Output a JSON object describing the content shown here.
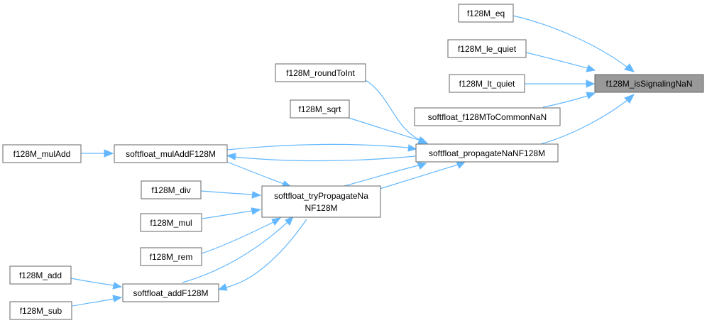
{
  "diagram": {
    "edge_color": "#63b8ff",
    "node_border_color": "#666666",
    "highlight_fill": "#999999",
    "nodes": [
      {
        "id": "isSignalingNaN",
        "label": "f128M_isSignalingNaN",
        "highlight": true
      },
      {
        "id": "eq",
        "label": "f128M_eq"
      },
      {
        "id": "le_quiet",
        "label": "f128M_le_quiet"
      },
      {
        "id": "lt_quiet",
        "label": "f128M_lt_quiet"
      },
      {
        "id": "toCommonNaN",
        "label": "softfloat_f128MToCommonNaN"
      },
      {
        "id": "propagate",
        "label": "softfloat_propagateNaNF128M"
      },
      {
        "id": "roundToInt",
        "label": "f128M_roundToInt"
      },
      {
        "id": "sqrt",
        "label": "f128M_sqrt"
      },
      {
        "id": "mulAddF128M",
        "label": "softfloat_mulAddF128M"
      },
      {
        "id": "tryPropagate",
        "label_lines": [
          "softfloat_tryPropagateNa",
          "NF128M"
        ]
      },
      {
        "id": "mulAdd",
        "label": "f128M_mulAdd"
      },
      {
        "id": "div",
        "label": "f128M_div"
      },
      {
        "id": "mul",
        "label": "f128M_mul"
      },
      {
        "id": "rem",
        "label": "f128M_rem"
      },
      {
        "id": "addF128M",
        "label": "softfloat_addF128M"
      },
      {
        "id": "add",
        "label": "f128M_add"
      },
      {
        "id": "sub",
        "label": "f128M_sub"
      }
    ],
    "edges": [
      {
        "from": "eq",
        "to": "isSignalingNaN"
      },
      {
        "from": "le_quiet",
        "to": "isSignalingNaN"
      },
      {
        "from": "lt_quiet",
        "to": "isSignalingNaN"
      },
      {
        "from": "toCommonNaN",
        "to": "isSignalingNaN"
      },
      {
        "from": "propagate",
        "to": "isSignalingNaN"
      },
      {
        "from": "roundToInt",
        "to": "propagate"
      },
      {
        "from": "sqrt",
        "to": "propagate"
      },
      {
        "from": "mulAddF128M",
        "to": "propagate"
      },
      {
        "from": "propagate",
        "to": "mulAddF128M"
      },
      {
        "from": "tryPropagate",
        "to": "propagate"
      },
      {
        "from": "mulAdd",
        "to": "mulAddF128M"
      },
      {
        "from": "mulAddF128M",
        "to": "tryPropagate"
      },
      {
        "from": "div",
        "to": "tryPropagate"
      },
      {
        "from": "mul",
        "to": "tryPropagate"
      },
      {
        "from": "rem",
        "to": "tryPropagate"
      },
      {
        "from": "addF128M",
        "to": "tryPropagate"
      },
      {
        "from": "tryPropagate",
        "to": "addF128M"
      },
      {
        "from": "add",
        "to": "addF128M"
      },
      {
        "from": "sub",
        "to": "addF128M"
      }
    ]
  }
}
